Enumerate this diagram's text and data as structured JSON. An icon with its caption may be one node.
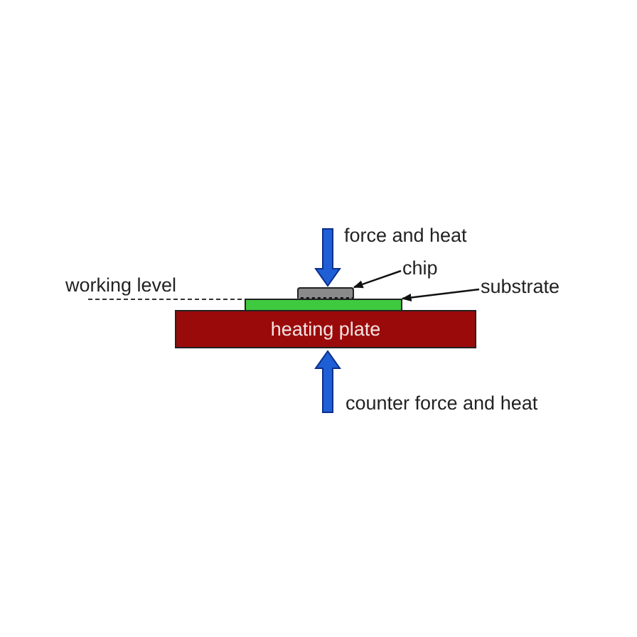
{
  "diagram": {
    "nodes": [
      {
        "text": [
          "chip"
        ]
      },
      {
        "text": [],
        "shape": "box"
      },
      {
        "text": [
          "substrate"
        ]
      },
      {
        "text": [],
        "shape": "bar"
      },
      {
        "text": [
          "heating plate"
        ]
      }
    ],
    "edges": [
      {
        "from": 0,
        "to": 1,
        "arrow": "to"
      },
      {
        "from": 2,
        "to": 3,
        "arrow": "to"
      }
    ],
    "labels": [
      "force and heat",
      "working level",
      "counter force and heat"
    ]
  }
}
